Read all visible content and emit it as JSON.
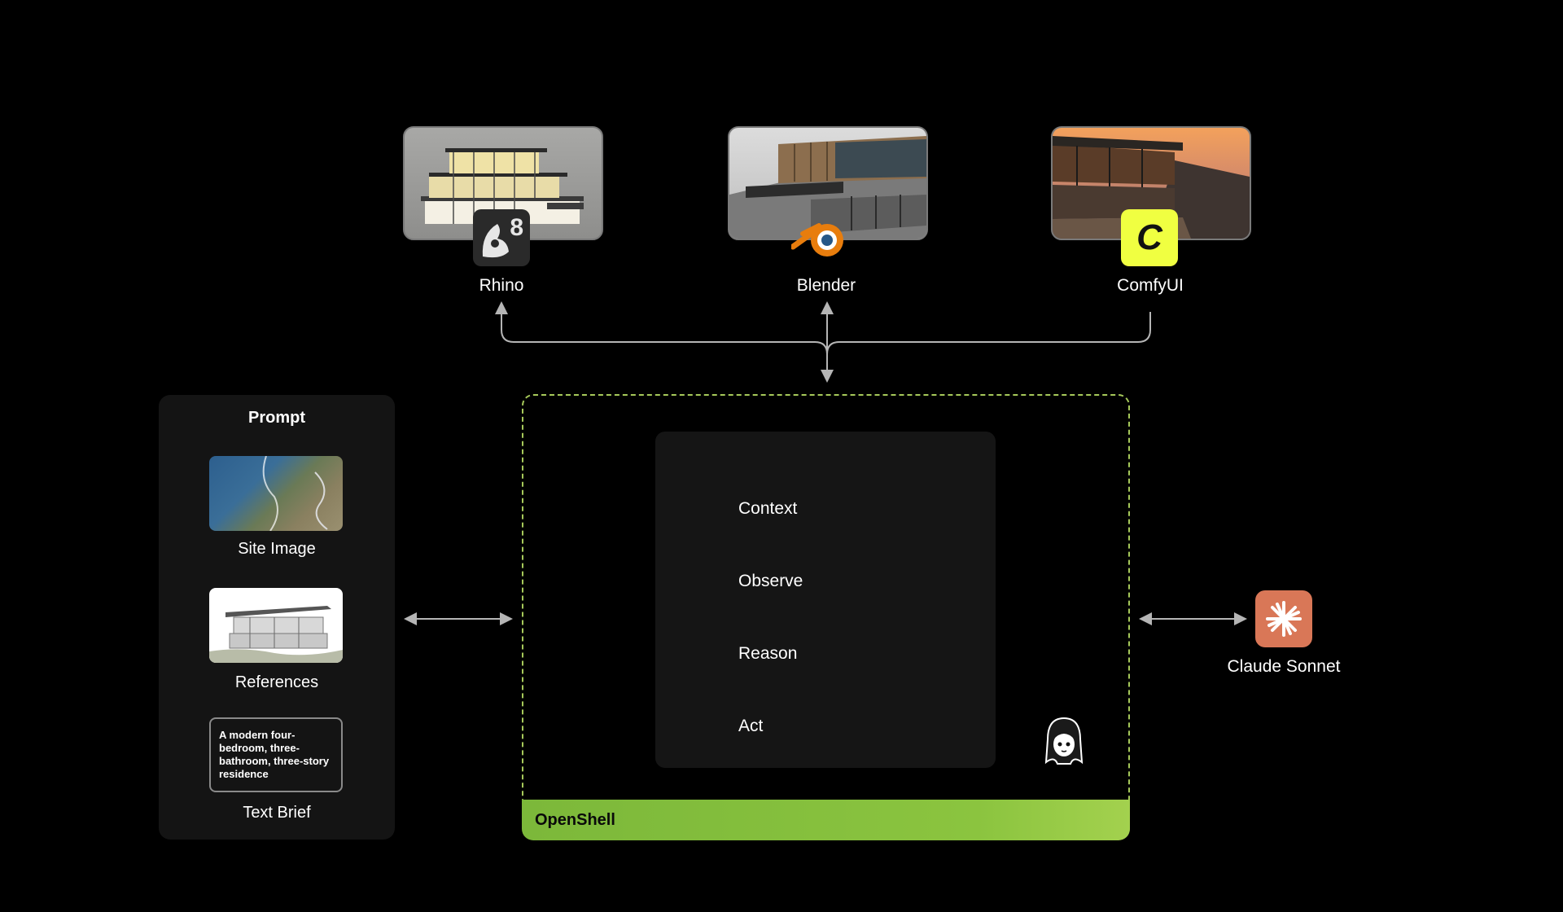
{
  "tools": {
    "rhino": {
      "label": "Rhino",
      "logo_text": "8"
    },
    "blender": {
      "label": "Blender"
    },
    "comfyui": {
      "label": "ComfyUI",
      "logo_text": "C"
    }
  },
  "prompt": {
    "title": "Prompt",
    "site_image_label": "Site Image",
    "references_label": "References",
    "text_brief_label": "Text Brief",
    "text_brief_content": "A modern four-bedroom, three-bathroom, three-story residence"
  },
  "openshell": {
    "label": "OpenShell",
    "loop": [
      "Context",
      "Observe",
      "Reason",
      "Act"
    ]
  },
  "model": {
    "label": "Claude Sonnet"
  },
  "colors": {
    "background": "#000000",
    "panel": "#141414",
    "openshell_green": "#8bc43f",
    "connector": "#b5b5b5",
    "claude_orange": "#d97757",
    "comfy_yellow": "#f0ff41",
    "blender_orange": "#e87d0d"
  }
}
